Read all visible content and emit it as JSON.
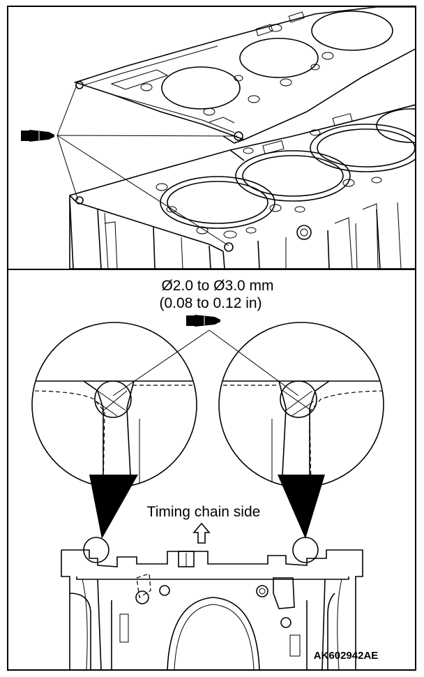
{
  "figure": {
    "bead_spec_line1": "Ø2.0 to Ø3.0 mm",
    "bead_spec_line2": "(0.08 to 0.12 in)",
    "direction_label": "Timing chain side",
    "figure_code": "AK602942AE"
  },
  "icons": {
    "top_panel": "sealant-tube-icon",
    "bottom_panel": "sealant-tube-icon",
    "direction": "up-arrow-icon"
  },
  "colors": {
    "line": "#000000",
    "background": "#ffffff"
  }
}
